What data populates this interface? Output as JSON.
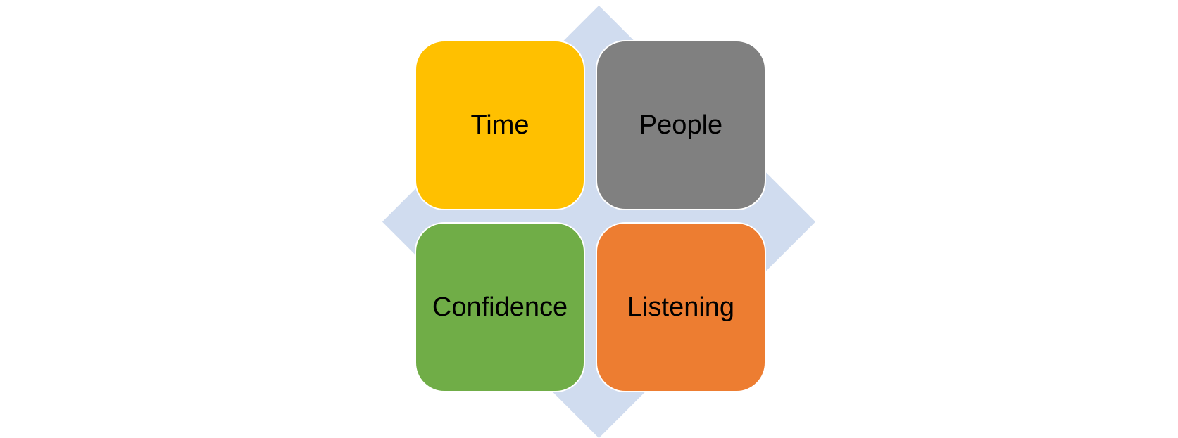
{
  "diagram": {
    "background_shape_color": "#d0dcef",
    "tiles": [
      {
        "label": "Time",
        "color": "#ffc000"
      },
      {
        "label": "People",
        "color": "#808080"
      },
      {
        "label": "Confidence",
        "color": "#70ad47"
      },
      {
        "label": "Listening",
        "color": "#ed7d31"
      }
    ]
  }
}
